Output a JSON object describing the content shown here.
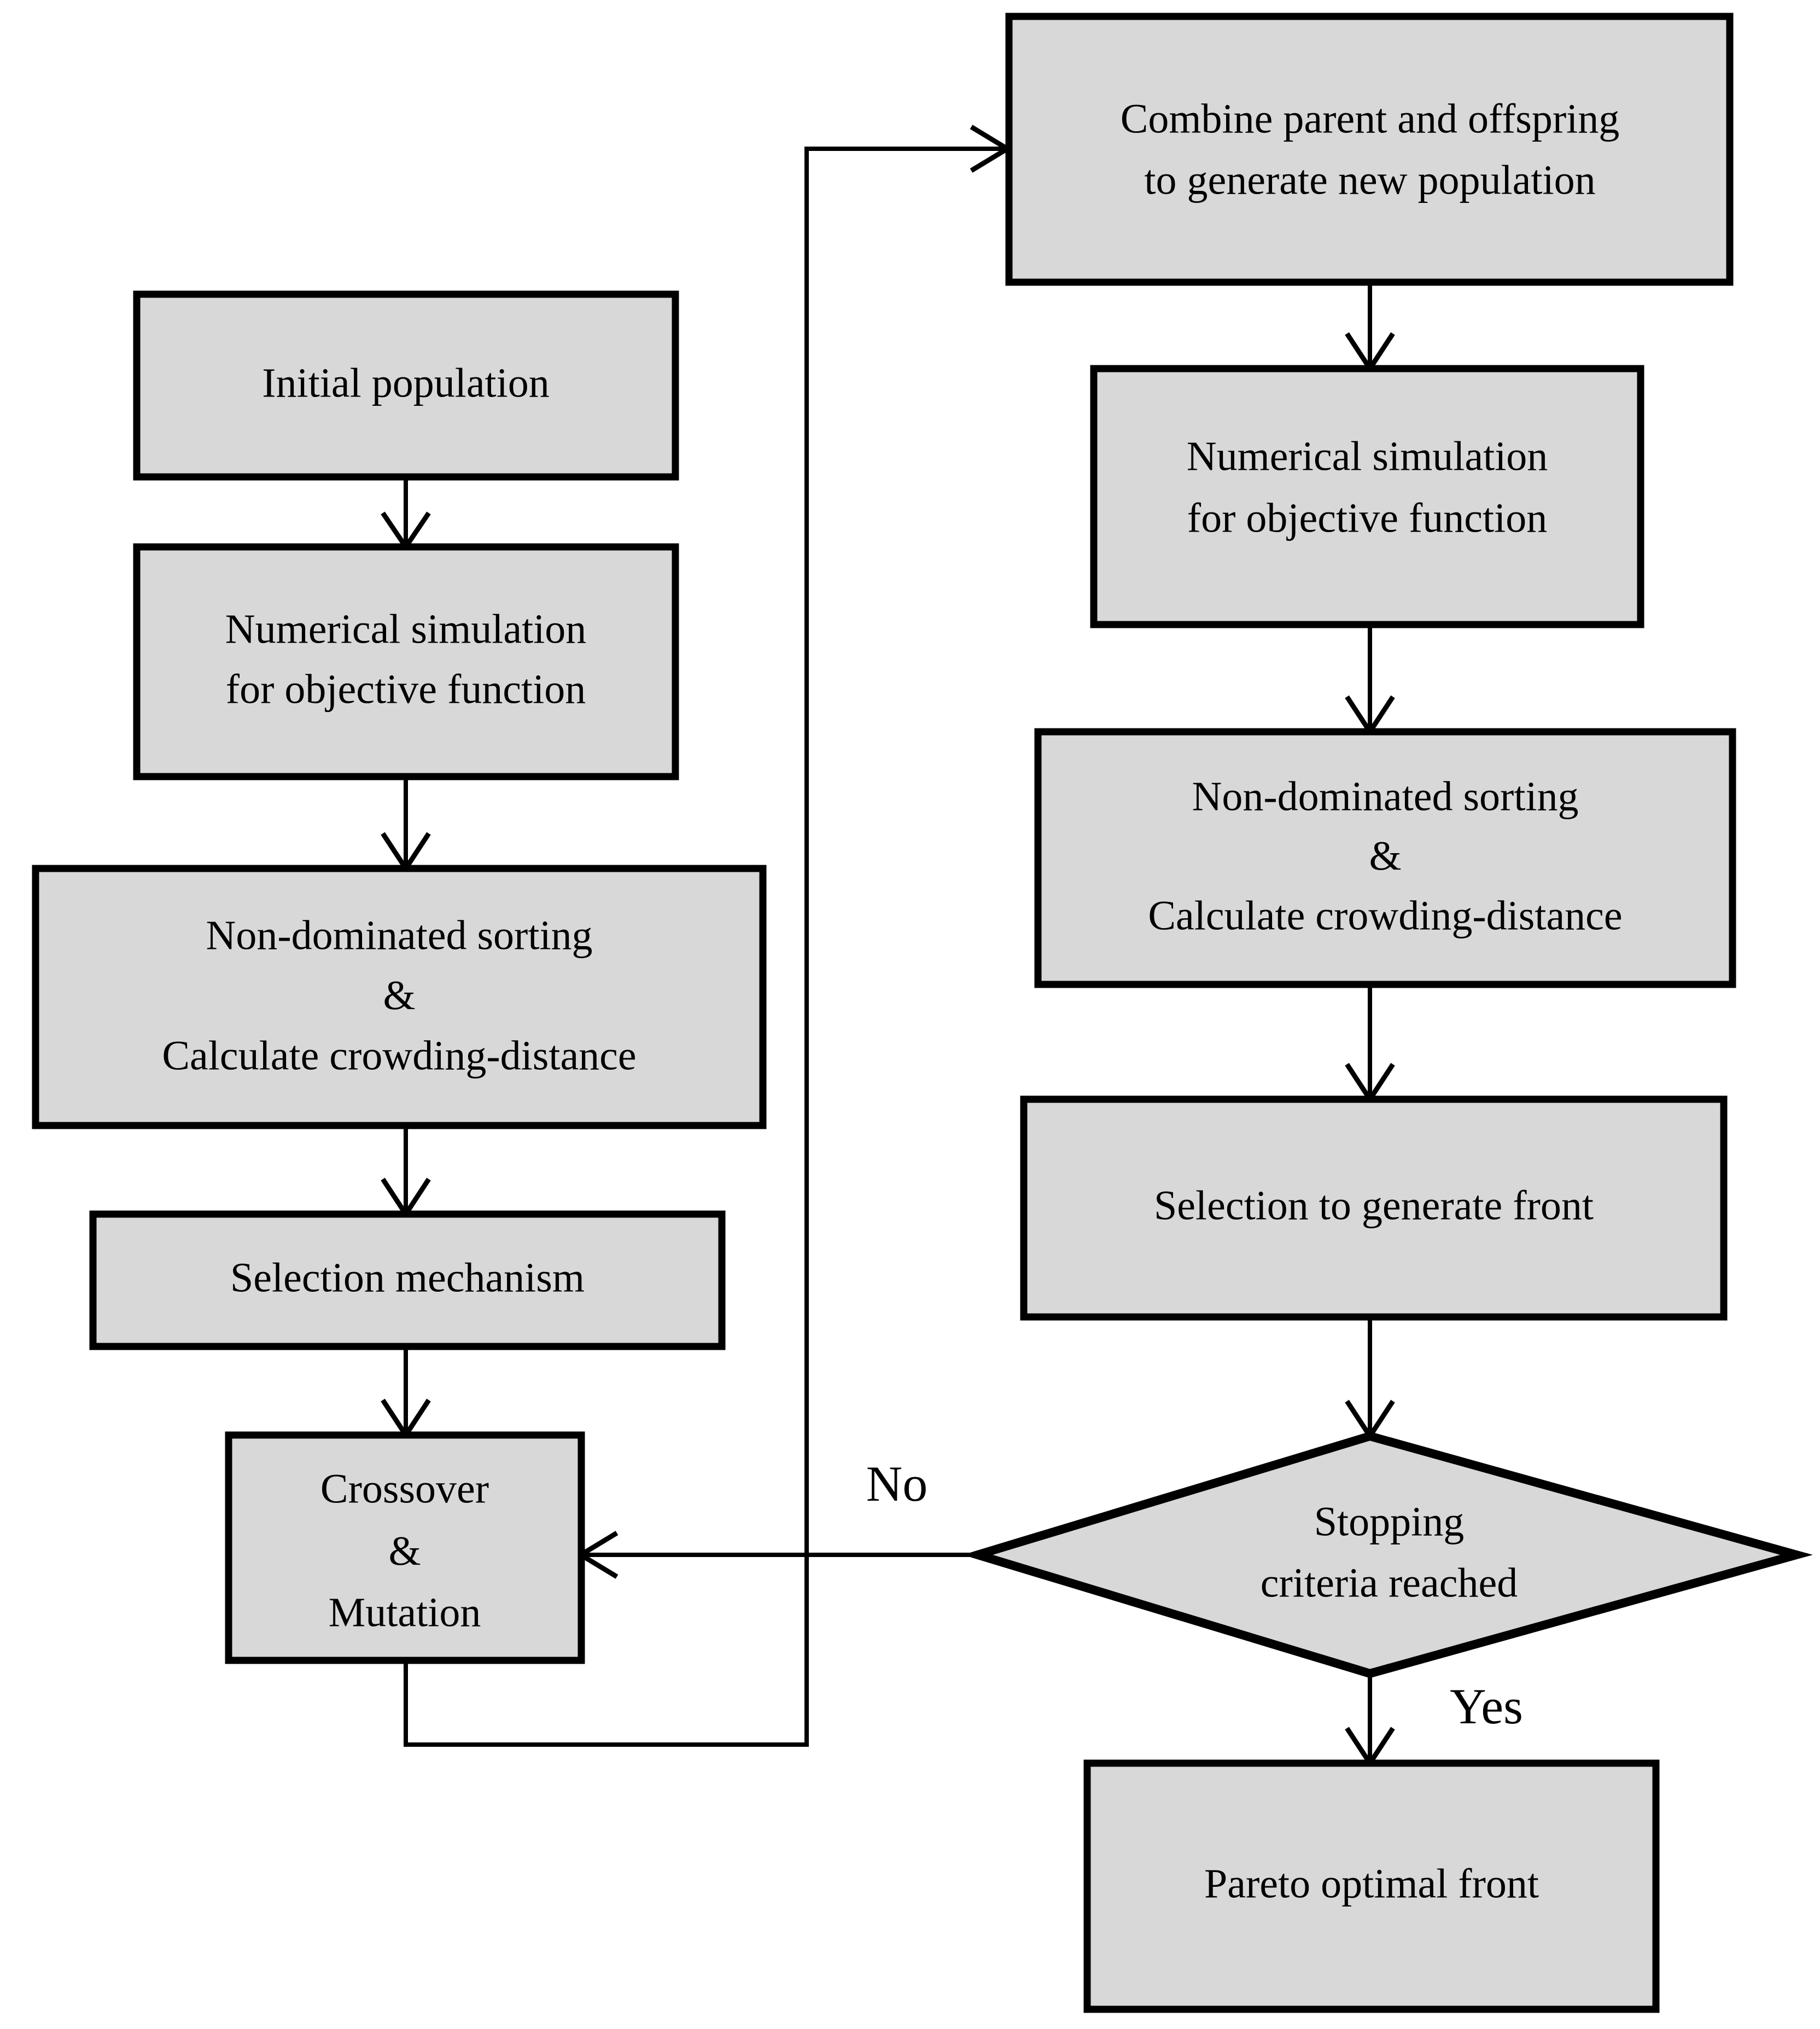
{
  "diagram": {
    "title": "NSGA-II multi-objective optimization flowchart",
    "colors": {
      "node_fill": "#d8d8d8",
      "node_stroke": "#000000",
      "connector": "#000000",
      "background": "#ffffff"
    },
    "nodes": [
      {
        "id": "initial-population",
        "shape": "rect",
        "lines": [
          "Initial population"
        ]
      },
      {
        "id": "numerical-simulation-left",
        "shape": "rect",
        "lines": [
          "Numerical simulation",
          "for objective  function"
        ]
      },
      {
        "id": "non-dominated-sorting-left",
        "shape": "rect",
        "lines": [
          "Non-dominated sorting",
          "&",
          "Calculate crowding-distance"
        ]
      },
      {
        "id": "selection-mechanism",
        "shape": "rect",
        "lines": [
          "Selection  mechanism"
        ]
      },
      {
        "id": "crossover-mutation",
        "shape": "rect",
        "lines": [
          "Crossover",
          "&",
          "Mutation"
        ]
      },
      {
        "id": "combine-parent-offspring",
        "shape": "rect",
        "lines": [
          "Combine parent and offspring",
          "to generate new population"
        ]
      },
      {
        "id": "numerical-simulation-right",
        "shape": "rect",
        "lines": [
          "Numerical simulation",
          "for objective  function"
        ]
      },
      {
        "id": "non-dominated-sorting-right",
        "shape": "rect",
        "lines": [
          "Non-dominated sorting",
          "&",
          "Calculate crowding-distance"
        ]
      },
      {
        "id": "selection-generate-front",
        "shape": "rect",
        "lines": [
          "Selection  to generate front"
        ]
      },
      {
        "id": "stopping-criteria",
        "shape": "diamond",
        "lines": [
          "Stopping",
          "criteria reached"
        ]
      },
      {
        "id": "pareto-optimal-front",
        "shape": "rect",
        "lines": [
          "Pareto optimal front"
        ]
      }
    ],
    "edge_labels": {
      "no": "No",
      "yes": "Yes"
    },
    "text": {
      "initial_population": "Initial population",
      "numerical_sim_l1": "Numerical simulation",
      "numerical_sim_l2": "for objective  function",
      "nds_l1": "Non-dominated sorting",
      "nds_l2": "&",
      "nds_l3": "Calculate crowding-distance",
      "selection_mechanism": "Selection  mechanism",
      "crossover_l1": "Crossover",
      "crossover_l2": "&",
      "crossover_l3": "Mutation",
      "combine_l1": "Combine parent and offspring",
      "combine_l2": "to generate new population",
      "numerical_sim_r1": "Numerical simulation",
      "numerical_sim_r2": "for objective  function",
      "nds_r1": "Non-dominated sorting",
      "nds_r2": "&",
      "nds_r3": "Calculate crowding-distance",
      "selection_front": "Selection  to generate front",
      "stopping_l1": "Stopping",
      "stopping_l2": "criteria reached",
      "pareto": "Pareto optimal front",
      "label_no": "No",
      "label_yes": "Yes"
    }
  }
}
